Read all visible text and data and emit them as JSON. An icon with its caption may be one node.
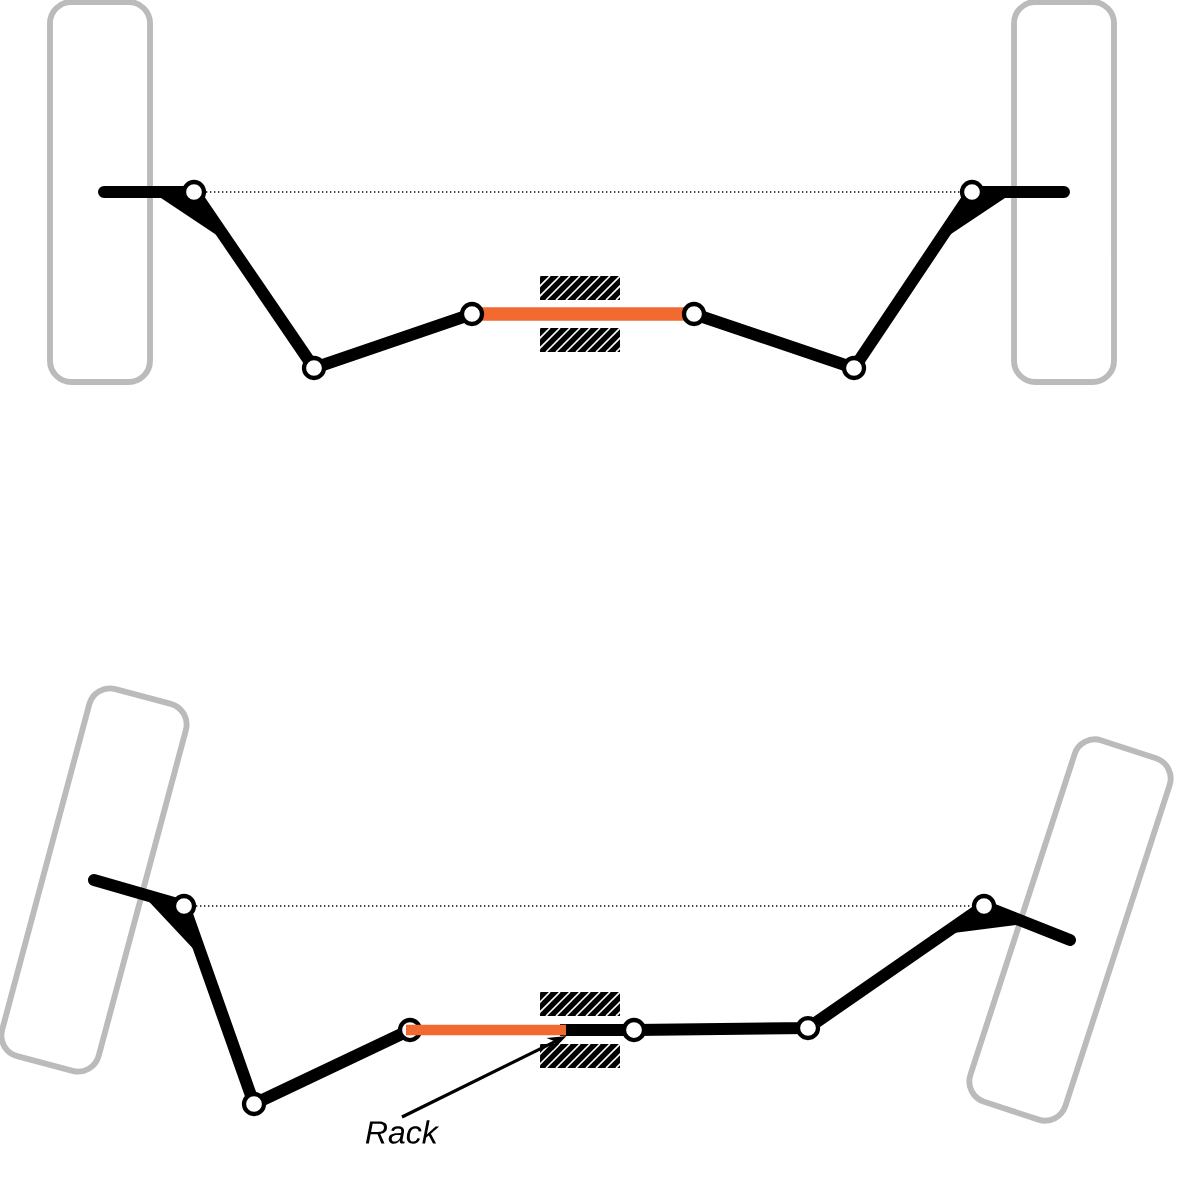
{
  "diagram": {
    "nodes": [
      {
        "text": [
          "*Rack*"
        ]
      },
      {
        "text": [],
        "shape": "bar"
      }
    ],
    "edges": [
      {
        "from": 0,
        "to": 1,
        "arrow": "to"
      }
    ]
  }
}
